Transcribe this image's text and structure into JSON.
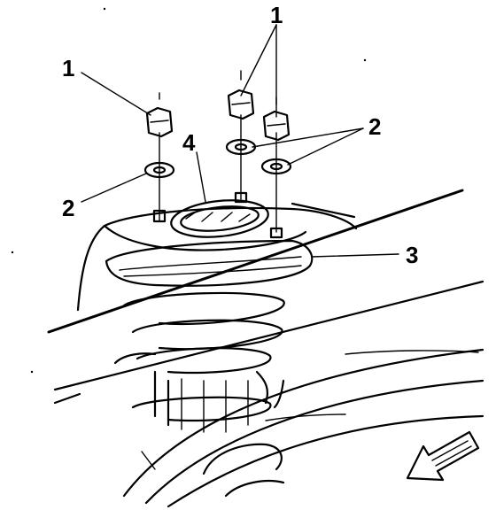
{
  "figure": {
    "callouts": [
      {
        "id": "nut-left",
        "text": "1"
      },
      {
        "id": "nut-top",
        "text": "1"
      },
      {
        "id": "washer-left",
        "text": "2"
      },
      {
        "id": "washer-right",
        "text": "2"
      },
      {
        "id": "insulator",
        "text": "3"
      },
      {
        "id": "seal",
        "text": "4"
      }
    ],
    "icons": {
      "direction": "arrow-icon"
    }
  }
}
